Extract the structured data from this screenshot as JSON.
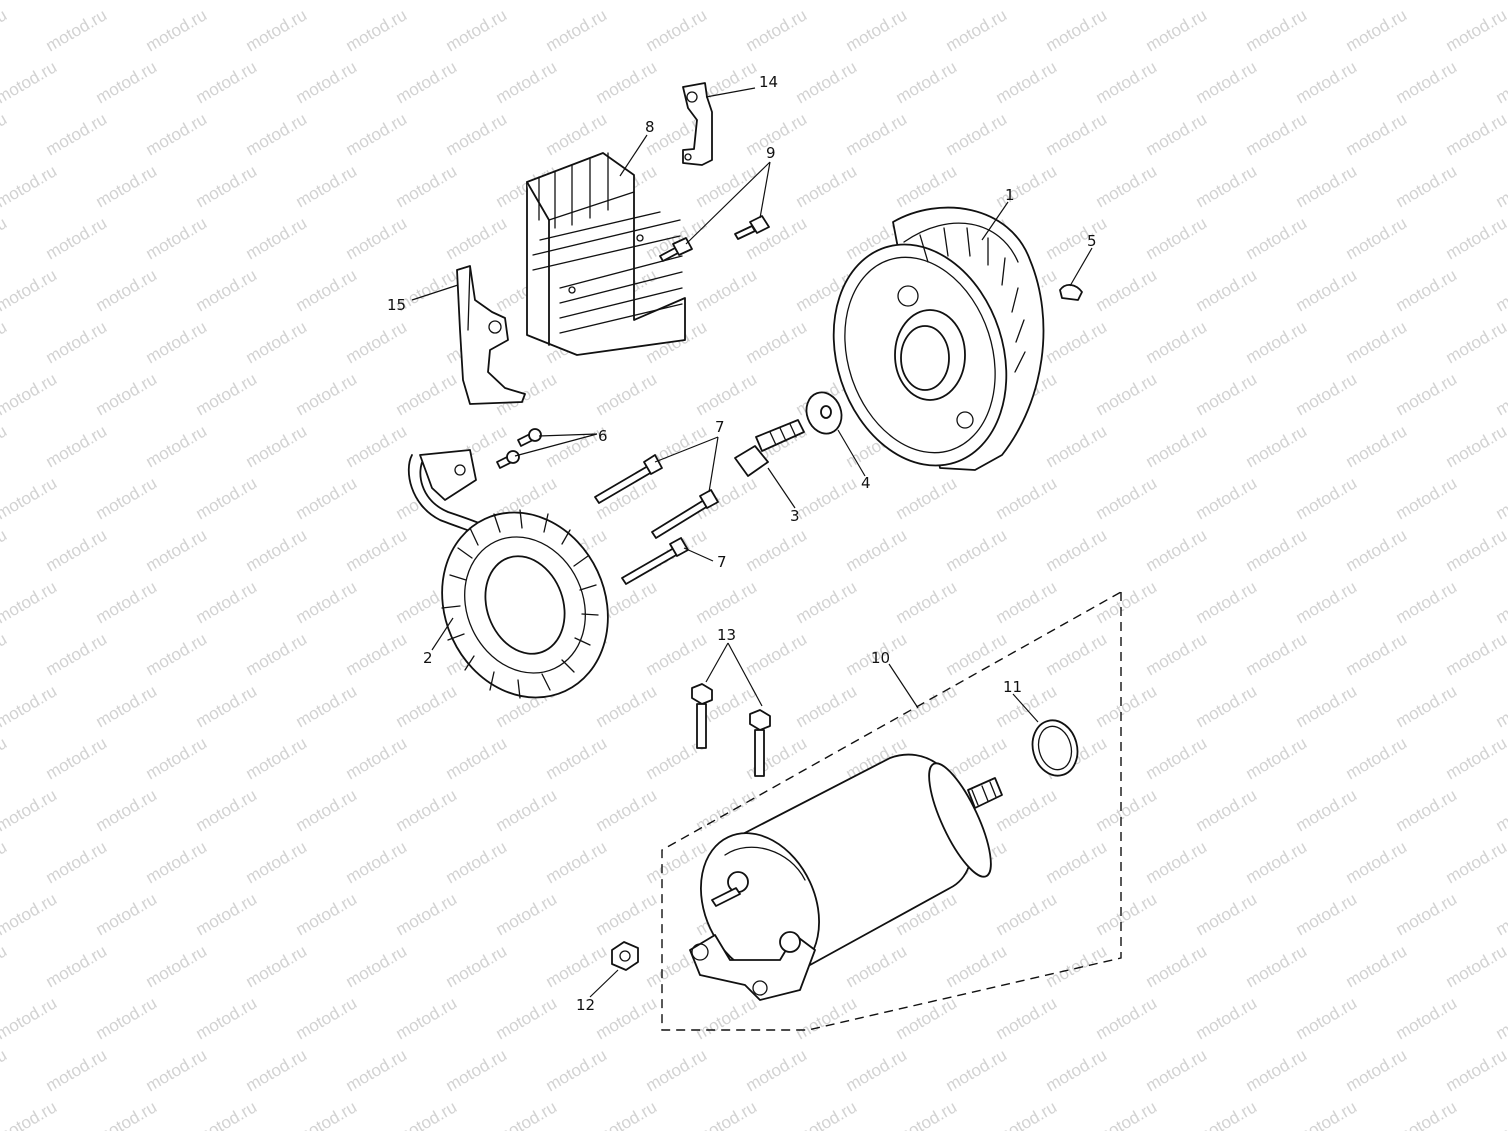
{
  "watermark": {
    "text": "motod.ru",
    "color": "#d2d2d2"
  },
  "colors": {
    "line": "#111111",
    "background": "#ffffff"
  },
  "callouts": [
    {
      "id": "1",
      "part": "rotor"
    },
    {
      "id": "2",
      "part": "stator"
    },
    {
      "id": "3",
      "part": "rotor-bolt"
    },
    {
      "id": "4",
      "part": "washer"
    },
    {
      "id": "5",
      "part": "woodruff-key"
    },
    {
      "id": "6",
      "part": "screw"
    },
    {
      "id": "7",
      "part": "stator-bolt"
    },
    {
      "id": "8",
      "part": "regulator-rectifier"
    },
    {
      "id": "9",
      "part": "regulator-bolt"
    },
    {
      "id": "10",
      "part": "starter-motor"
    },
    {
      "id": "11",
      "part": "o-ring"
    },
    {
      "id": "12",
      "part": "nut"
    },
    {
      "id": "13",
      "part": "starter-bolt"
    },
    {
      "id": "14",
      "part": "bracket-upper"
    },
    {
      "id": "15",
      "part": "bracket-lower"
    }
  ]
}
